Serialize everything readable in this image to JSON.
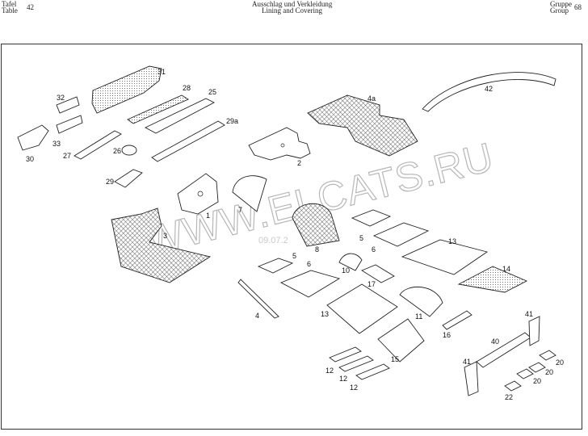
{
  "header": {
    "left_de": "Tafel",
    "left_en": "Table",
    "table_number": "42",
    "title_de": "Ausschlag und Verkleidung",
    "title_en": "Lining and Covering",
    "right_de": "Gruppe",
    "right_en": "Group",
    "group_number": "68"
  },
  "watermark": {
    "text": "WWW.ELCATS.RU",
    "date": "09.07.2"
  },
  "callouts": {
    "c1": "1",
    "c2": "2",
    "c3": "3",
    "c4": "4",
    "c4a": "4a",
    "c5a": "5",
    "c5b": "5",
    "c6a": "6",
    "c6b": "6",
    "c7": "7",
    "c8": "8",
    "c10": "10",
    "c11": "11",
    "c12a": "12",
    "c12b": "12",
    "c12c": "12",
    "c13a": "13",
    "c13b": "13",
    "c14": "14",
    "c15": "15",
    "c16": "16",
    "c17": "17",
    "c20a": "20",
    "c20b": "20",
    "c20c": "20",
    "c22": "22",
    "c25": "25",
    "c26": "26",
    "c27": "27",
    "c28": "28",
    "c29": "29",
    "c29a": "29a",
    "c30": "30",
    "c31": "31",
    "c32": "32",
    "c33": "33",
    "c40": "40",
    "c41a": "41",
    "c41b": "41",
    "c42": "42"
  }
}
